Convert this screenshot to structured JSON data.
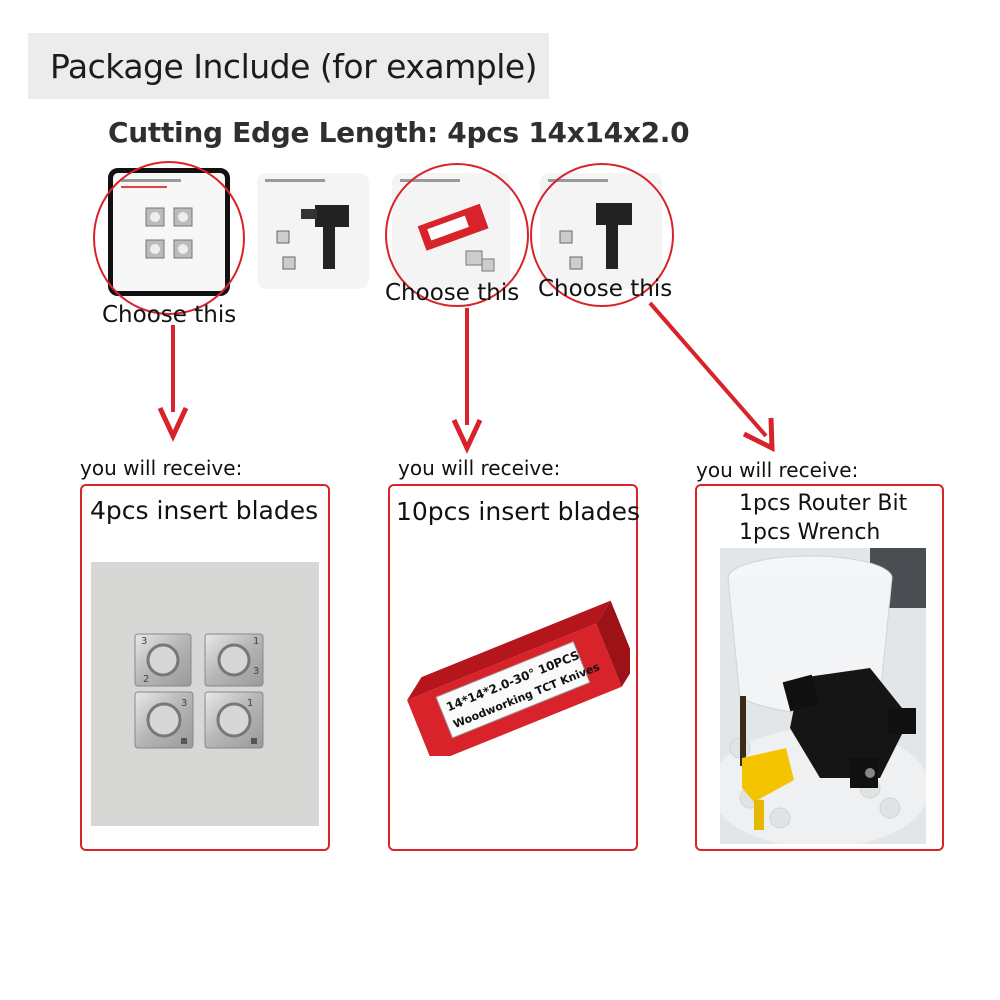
{
  "header": {
    "title": "Package Include (for example)"
  },
  "subtitle": "Cutting Edge Length: 4pcs 14x14x2.0",
  "options": [
    {
      "choose_label": "Choose this"
    },
    {
      "choose_label": "Choose this"
    },
    {
      "choose_label": "Choose this"
    }
  ],
  "receive_label": "you will receive:",
  "packages": [
    {
      "title": "4pcs insert blades"
    },
    {
      "title": "10pcs insert blades",
      "box_text_line1": "14*14*2.0-30°  10PCS",
      "box_text_line2": "Woodworking TCT Knives"
    },
    {
      "line1": "1pcs Router Bit",
      "line2": "1pcs Wrench"
    }
  ],
  "insert_numbers": [
    "3",
    "2",
    "1",
    "3",
    "3",
    "1"
  ],
  "colors": {
    "accent_red": "#d8232a",
    "header_bg": "#ececec"
  }
}
